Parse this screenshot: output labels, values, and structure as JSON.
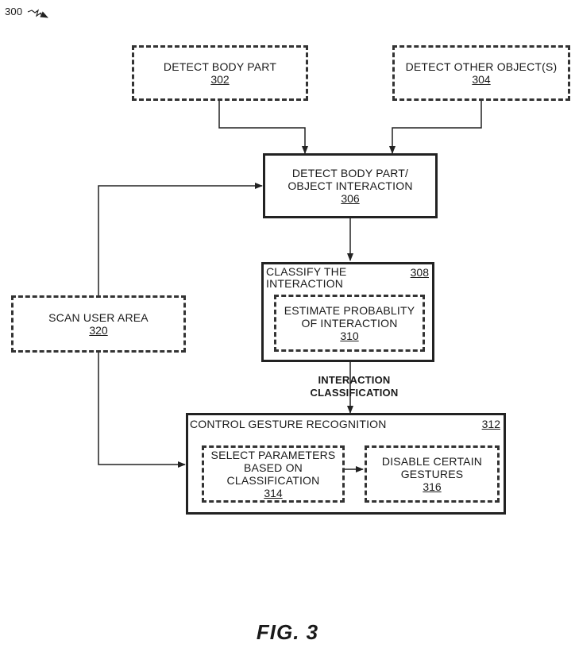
{
  "figure": {
    "reference_label": "300",
    "caption": "FIG. 3"
  },
  "nodes": {
    "detect_body_part": {
      "lines": [
        "DETECT BODY PART"
      ],
      "ref": "302",
      "style": "dashed"
    },
    "detect_other_objects": {
      "lines": [
        "DETECT OTHER OBJECT(S)"
      ],
      "ref": "304",
      "style": "dashed"
    },
    "detect_interaction": {
      "lines": [
        "DETECT BODY PART/",
        "OBJECT INTERACTION"
      ],
      "ref": "306",
      "style": "solid"
    },
    "classify_interaction": {
      "lines": [
        "CLASSIFY THE",
        "INTERACTION"
      ],
      "ref": "308",
      "style": "solid"
    },
    "estimate_probability": {
      "lines": [
        "ESTIMATE PROBABLITY",
        "OF INTERACTION"
      ],
      "ref": "310",
      "style": "dashed"
    },
    "control_gesture": {
      "lines": [
        "CONTROL GESTURE RECOGNITION"
      ],
      "ref": "312",
      "style": "solid"
    },
    "select_parameters": {
      "lines": [
        "SELECT PARAMETERS",
        "BASED ON",
        "CLASSIFICATION"
      ],
      "ref": "314",
      "style": "dashed"
    },
    "disable_gestures": {
      "lines": [
        "DISABLE CERTAIN",
        "GESTURES"
      ],
      "ref": "316",
      "style": "dashed"
    },
    "scan_user_area": {
      "lines": [
        "SCAN USER AREA"
      ],
      "ref": "320",
      "style": "dashed"
    }
  },
  "edge_labels": {
    "classification": [
      "INTERACTION",
      "CLASSIFICATION"
    ]
  },
  "edges": [
    {
      "from": "detect_body_part",
      "to": "detect_interaction"
    },
    {
      "from": "detect_other_objects",
      "to": "detect_interaction"
    },
    {
      "from": "detect_interaction",
      "to": "classify_interaction"
    },
    {
      "from": "classify_interaction",
      "to": "control_gesture",
      "label": "INTERACTION CLASSIFICATION"
    },
    {
      "from": "scan_user_area",
      "to": "detect_interaction"
    },
    {
      "from": "scan_user_area",
      "to": "control_gesture"
    },
    {
      "from": "select_parameters",
      "to": "disable_gestures"
    }
  ]
}
